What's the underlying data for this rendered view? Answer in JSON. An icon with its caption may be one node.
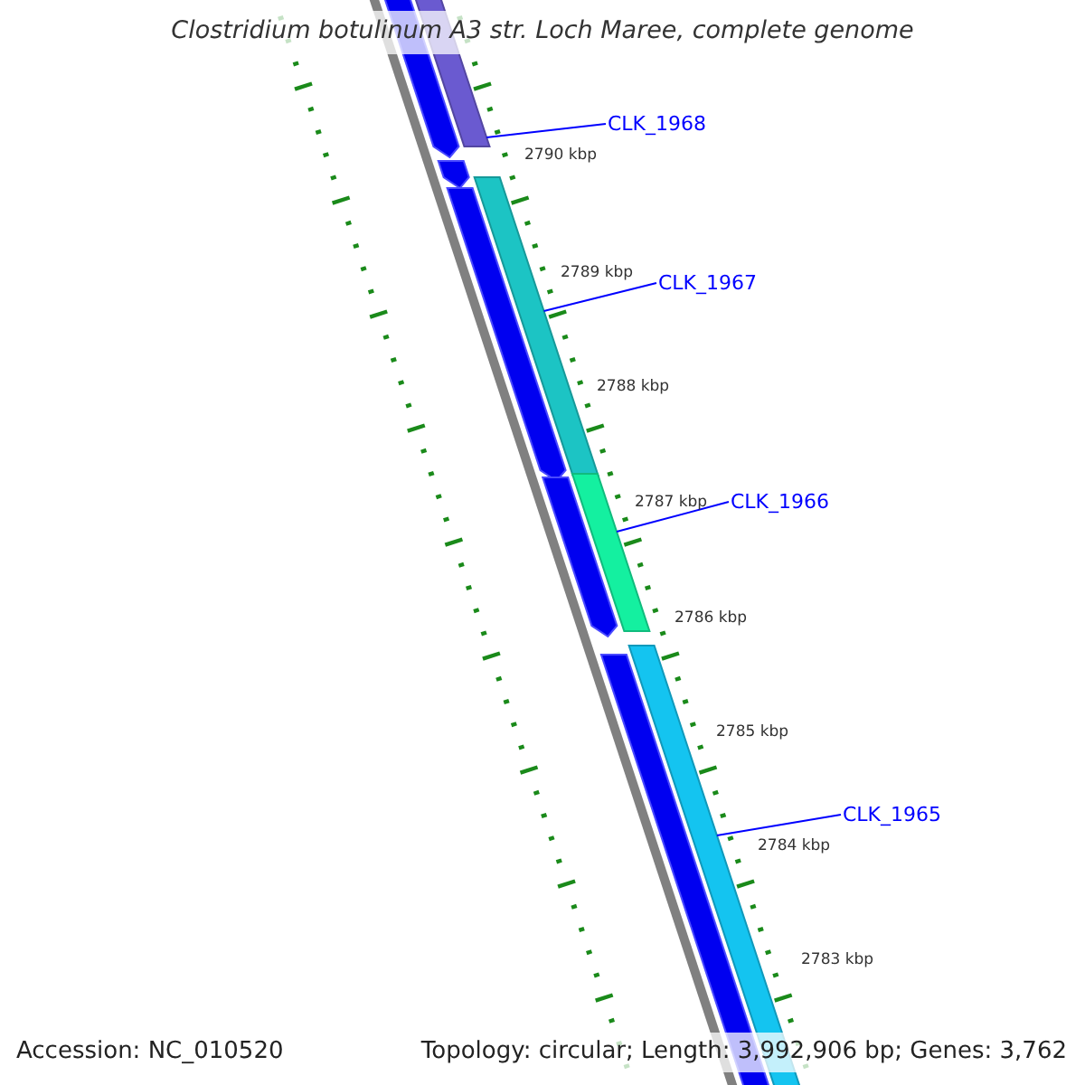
{
  "diagram": {
    "title": "Clostridium botulinum A3 str. Loch Maree, complete genome",
    "nodes": [
      {
        "text": [
          "CLK_1968"
        ]
      },
      {
        "text": [],
        "shape": "bar"
      },
      {
        "text": [
          "CLK_1967"
        ]
      },
      {
        "text": [],
        "shape": "bar"
      },
      {
        "text": [
          "CLK_1966"
        ]
      },
      {
        "text": [],
        "shape": "bar"
      },
      {
        "text": [
          "CLK_1965"
        ]
      },
      {
        "text": [],
        "shape": "bar"
      }
    ],
    "edges": [
      {
        "from": 0,
        "to": 1,
        "arrow": "none"
      },
      {
        "from": 2,
        "to": 3,
        "arrow": "none"
      },
      {
        "from": 4,
        "to": 5,
        "arrow": "none"
      },
      {
        "from": 6,
        "to": 7,
        "arrow": "none"
      }
    ],
    "labels": [
      "2790 kbp",
      "2789 kbp",
      "2788 kbp",
      "2787 kbp",
      "2786 kbp",
      "2785 kbp",
      "2784 kbp",
      "2783 kbp",
      "Accession: NC_010520",
      "Topology: circular; Length: 3,992,906 bp; Genes: 3,762"
    ]
  }
}
